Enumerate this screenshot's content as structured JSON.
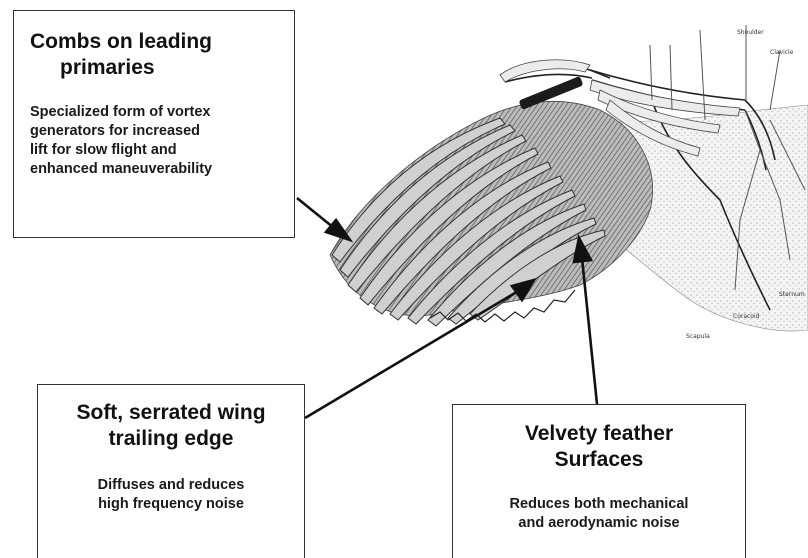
{
  "boxes": {
    "combs": {
      "title_line1": "Combs on leading",
      "title_line2": "primaries",
      "desc_line1": "Specialized form of vortex",
      "desc_line2": "generators for increased",
      "desc_line3": "lift for slow flight and",
      "desc_line4": "enhanced maneuverability"
    },
    "trailing": {
      "title_line1": "Soft, serrated wing",
      "title_line2": "trailing edge",
      "desc_line1": "Diffuses and reduces",
      "desc_line2": "high frequency noise"
    },
    "velvety": {
      "title_line1": "Velvety feather",
      "title_line2": "Surfaces",
      "desc_line1": "Reduces both mechanical",
      "desc_line2": "and aerodynamic noise"
    }
  },
  "anatomy_labels": {
    "shoulder": "Shoulder",
    "clavicle": "Clavicle",
    "sternum": "Sternum",
    "coracoid": "Coracoid",
    "scapula": "Scapula"
  },
  "colors": {
    "ink": "#111111",
    "border": "#333333",
    "feather_dark": "#6e6e6e",
    "feather_light": "#d6d6d6"
  }
}
